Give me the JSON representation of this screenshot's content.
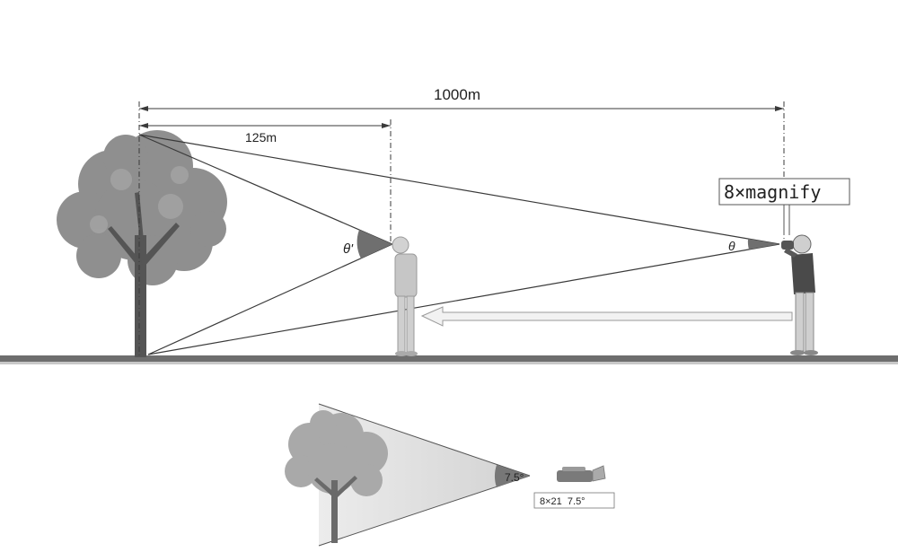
{
  "labels": {
    "far_distance": "1000m",
    "near_distance": "125m",
    "magnify": "8×magnify",
    "angle_near": "θ'",
    "angle_far": "θ",
    "fov_angle": "7.5°",
    "binocular_spec": "8×21  7.5°"
  },
  "colors": {
    "ground": "#6e6e6e",
    "line": "#3a3a3a",
    "tree_foliage": "#8f8f8f",
    "tree_trunk": "#555555",
    "angle_fill": "#6f6f6f",
    "arrow": "#9a9a9a"
  }
}
